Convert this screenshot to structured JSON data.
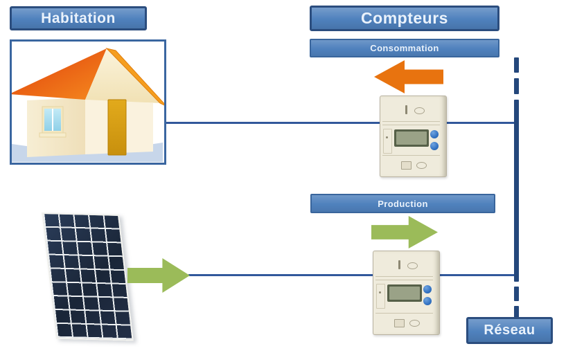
{
  "diagram": {
    "labels": {
      "habitation": "Habitation",
      "compteurs": "Compteurs",
      "consommation": "Consommation",
      "production": "Production",
      "reseau": "Réseau"
    },
    "icons": {
      "house": "house-icon",
      "solar_panel": "solar-panel-icon",
      "consumption_meter": "electric-meter-icon",
      "production_meter": "electric-meter-icon",
      "consumption_arrow": "arrow-left-icon",
      "production_arrow": "arrow-right-icon",
      "solar_output_arrow": "arrow-right-icon"
    },
    "colors": {
      "label_fill": "#4F81BD",
      "label_border": "#2B4D7E",
      "label_text": "#EAF2FB",
      "frame_border": "#3A66A0",
      "line_blue": "#31589B",
      "vline_blue": "#24477B",
      "arrow_orange": "#E8730F",
      "arrow_green": "#9BBB59"
    }
  }
}
